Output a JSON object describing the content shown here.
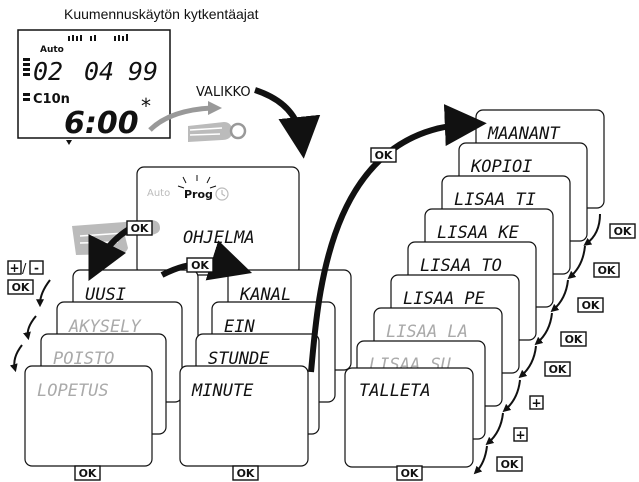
{
  "title": "Kuumennuskäytön kytkentäajat",
  "display": {
    "mode": "Auto",
    "date": [
      "02",
      "04",
      "99"
    ],
    "channel": "C10n",
    "time": "6:00",
    "star": "*"
  },
  "menu_label": "VALIKKO",
  "prog_screen": {
    "auto": "Auto",
    "prog": "Prog",
    "label": "OHJELMA"
  },
  "column1": [
    {
      "label": "UUSI",
      "active": true
    },
    {
      "label": "AKYSELY",
      "active": false
    },
    {
      "label": "POISTO",
      "active": false
    },
    {
      "label": "LOPETUS",
      "active": false
    }
  ],
  "column2": [
    {
      "label": "KANAL",
      "active": true
    },
    {
      "label": "EIN",
      "active": true
    },
    {
      "label": "STUNDE",
      "active": true
    },
    {
      "label": "MINUTE",
      "active": true
    }
  ],
  "column3": [
    {
      "label": "MAANANT",
      "active": true
    },
    {
      "label": "KOPIOI",
      "active": true
    },
    {
      "label": "LISAA TI",
      "active": true
    },
    {
      "label": "LISAA KE",
      "active": true
    },
    {
      "label": "LISAA TO",
      "active": true
    },
    {
      "label": "LISAA PE",
      "active": true
    },
    {
      "label": "LISAA LA",
      "active": false
    },
    {
      "label": "LISAA SU",
      "active": false
    },
    {
      "label": "TALLETA",
      "active": true
    }
  ],
  "buttons": {
    "ok": "OK",
    "plus": "+",
    "minus": "-",
    "slash": "/"
  },
  "icon_names": [
    "hand-pointer-icon",
    "press-button-icon",
    "clock-icon",
    "arrow-icon"
  ],
  "colors": {
    "ink": "#111111",
    "dim": "#aaaaaa",
    "paper": "#ffffff"
  }
}
